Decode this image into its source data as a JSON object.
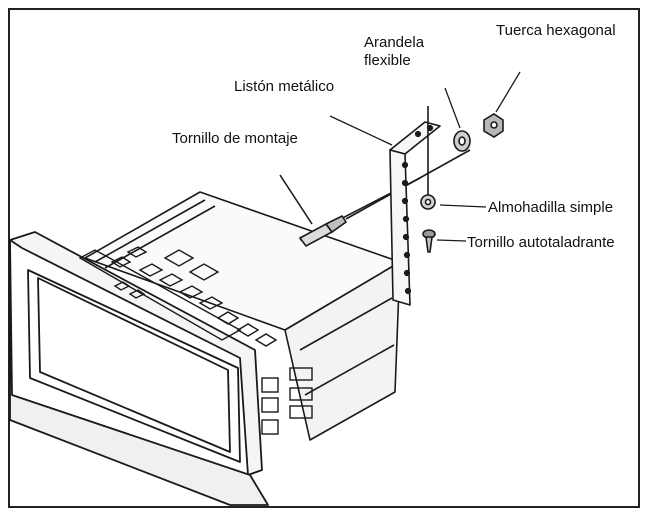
{
  "labels": {
    "tuerca": "Tuerca hexagonal",
    "arandela_line1": "Arandela",
    "arandela_line2": "flexible",
    "liston": "Listón metálico",
    "tornillo_montaje": "Tornillo de montaje",
    "almohadilla": "Almohadilla simple",
    "autotaladrante": "Tornillo autotaladrante"
  },
  "colors": {
    "line": "#1a1a1a",
    "border": "#222222",
    "background": "#ffffff"
  }
}
